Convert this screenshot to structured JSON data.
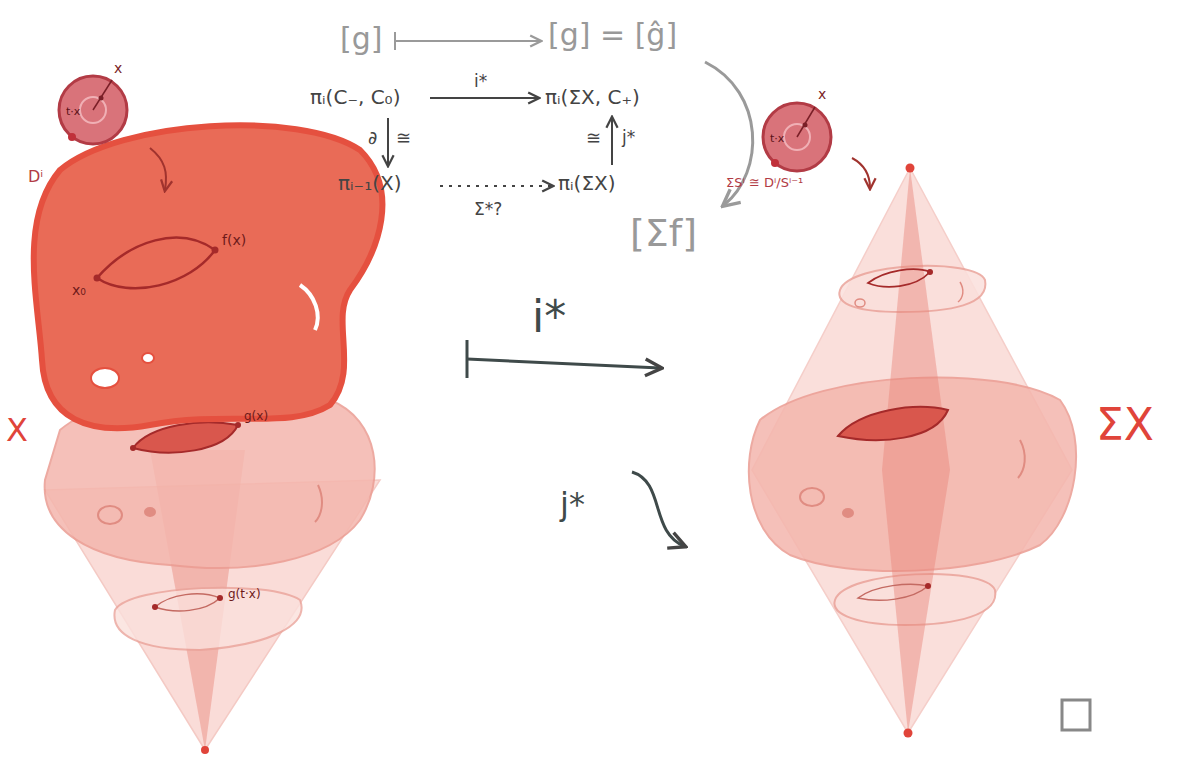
{
  "diagram": {
    "labels": [
      "[g]",
      "[g] = [ĝ]",
      "i*",
      "πᵢ(C₋, C₀)",
      "πᵢ(ΣX, C₊)",
      "∂",
      "≅",
      "≅",
      "j*",
      "πᵢ₋₁(X)",
      "πᵢ(ΣX)",
      "Σ*?",
      "[Σf]",
      "x",
      "t·x",
      "Dⁱ",
      "x",
      "t·x",
      "ΣSⁱ ≅ Dⁱ/Sⁱ⁻¹",
      "x₀",
      "f(x)",
      "g(x)",
      "g(t·x)",
      "X",
      "i*",
      "j*",
      "ΣX"
    ]
  }
}
